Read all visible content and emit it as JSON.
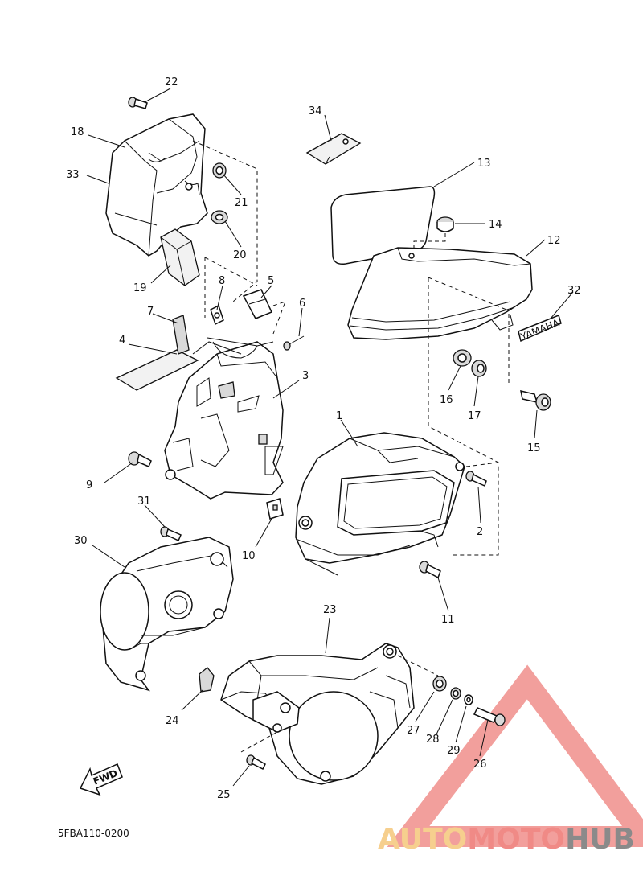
{
  "diagram": {
    "code": "5FBA110-0200",
    "fwd_label": "FWD",
    "decal_text": "YAMAHA",
    "parts": [
      {
        "num": "1"
      },
      {
        "num": "2"
      },
      {
        "num": "3"
      },
      {
        "num": "4"
      },
      {
        "num": "5"
      },
      {
        "num": "6"
      },
      {
        "num": "7"
      },
      {
        "num": "8"
      },
      {
        "num": "9"
      },
      {
        "num": "10"
      },
      {
        "num": "11"
      },
      {
        "num": "12"
      },
      {
        "num": "13"
      },
      {
        "num": "14"
      },
      {
        "num": "15"
      },
      {
        "num": "16"
      },
      {
        "num": "17"
      },
      {
        "num": "18"
      },
      {
        "num": "19"
      },
      {
        "num": "20"
      },
      {
        "num": "21"
      },
      {
        "num": "22"
      },
      {
        "num": "23"
      },
      {
        "num": "24"
      },
      {
        "num": "25"
      },
      {
        "num": "26"
      },
      {
        "num": "27"
      },
      {
        "num": "28"
      },
      {
        "num": "29"
      },
      {
        "num": "30"
      },
      {
        "num": "31"
      },
      {
        "num": "32"
      },
      {
        "num": "33"
      },
      {
        "num": "34"
      }
    ]
  },
  "watermark": {
    "part1": "AUTO",
    "part2": "MOTO",
    "part3": "HUB",
    "color_auto": "#f6cf8e",
    "color_moto": "#f08a86",
    "color_hub": "#8a8a8a",
    "triangle_color": "#ee7f7b"
  }
}
